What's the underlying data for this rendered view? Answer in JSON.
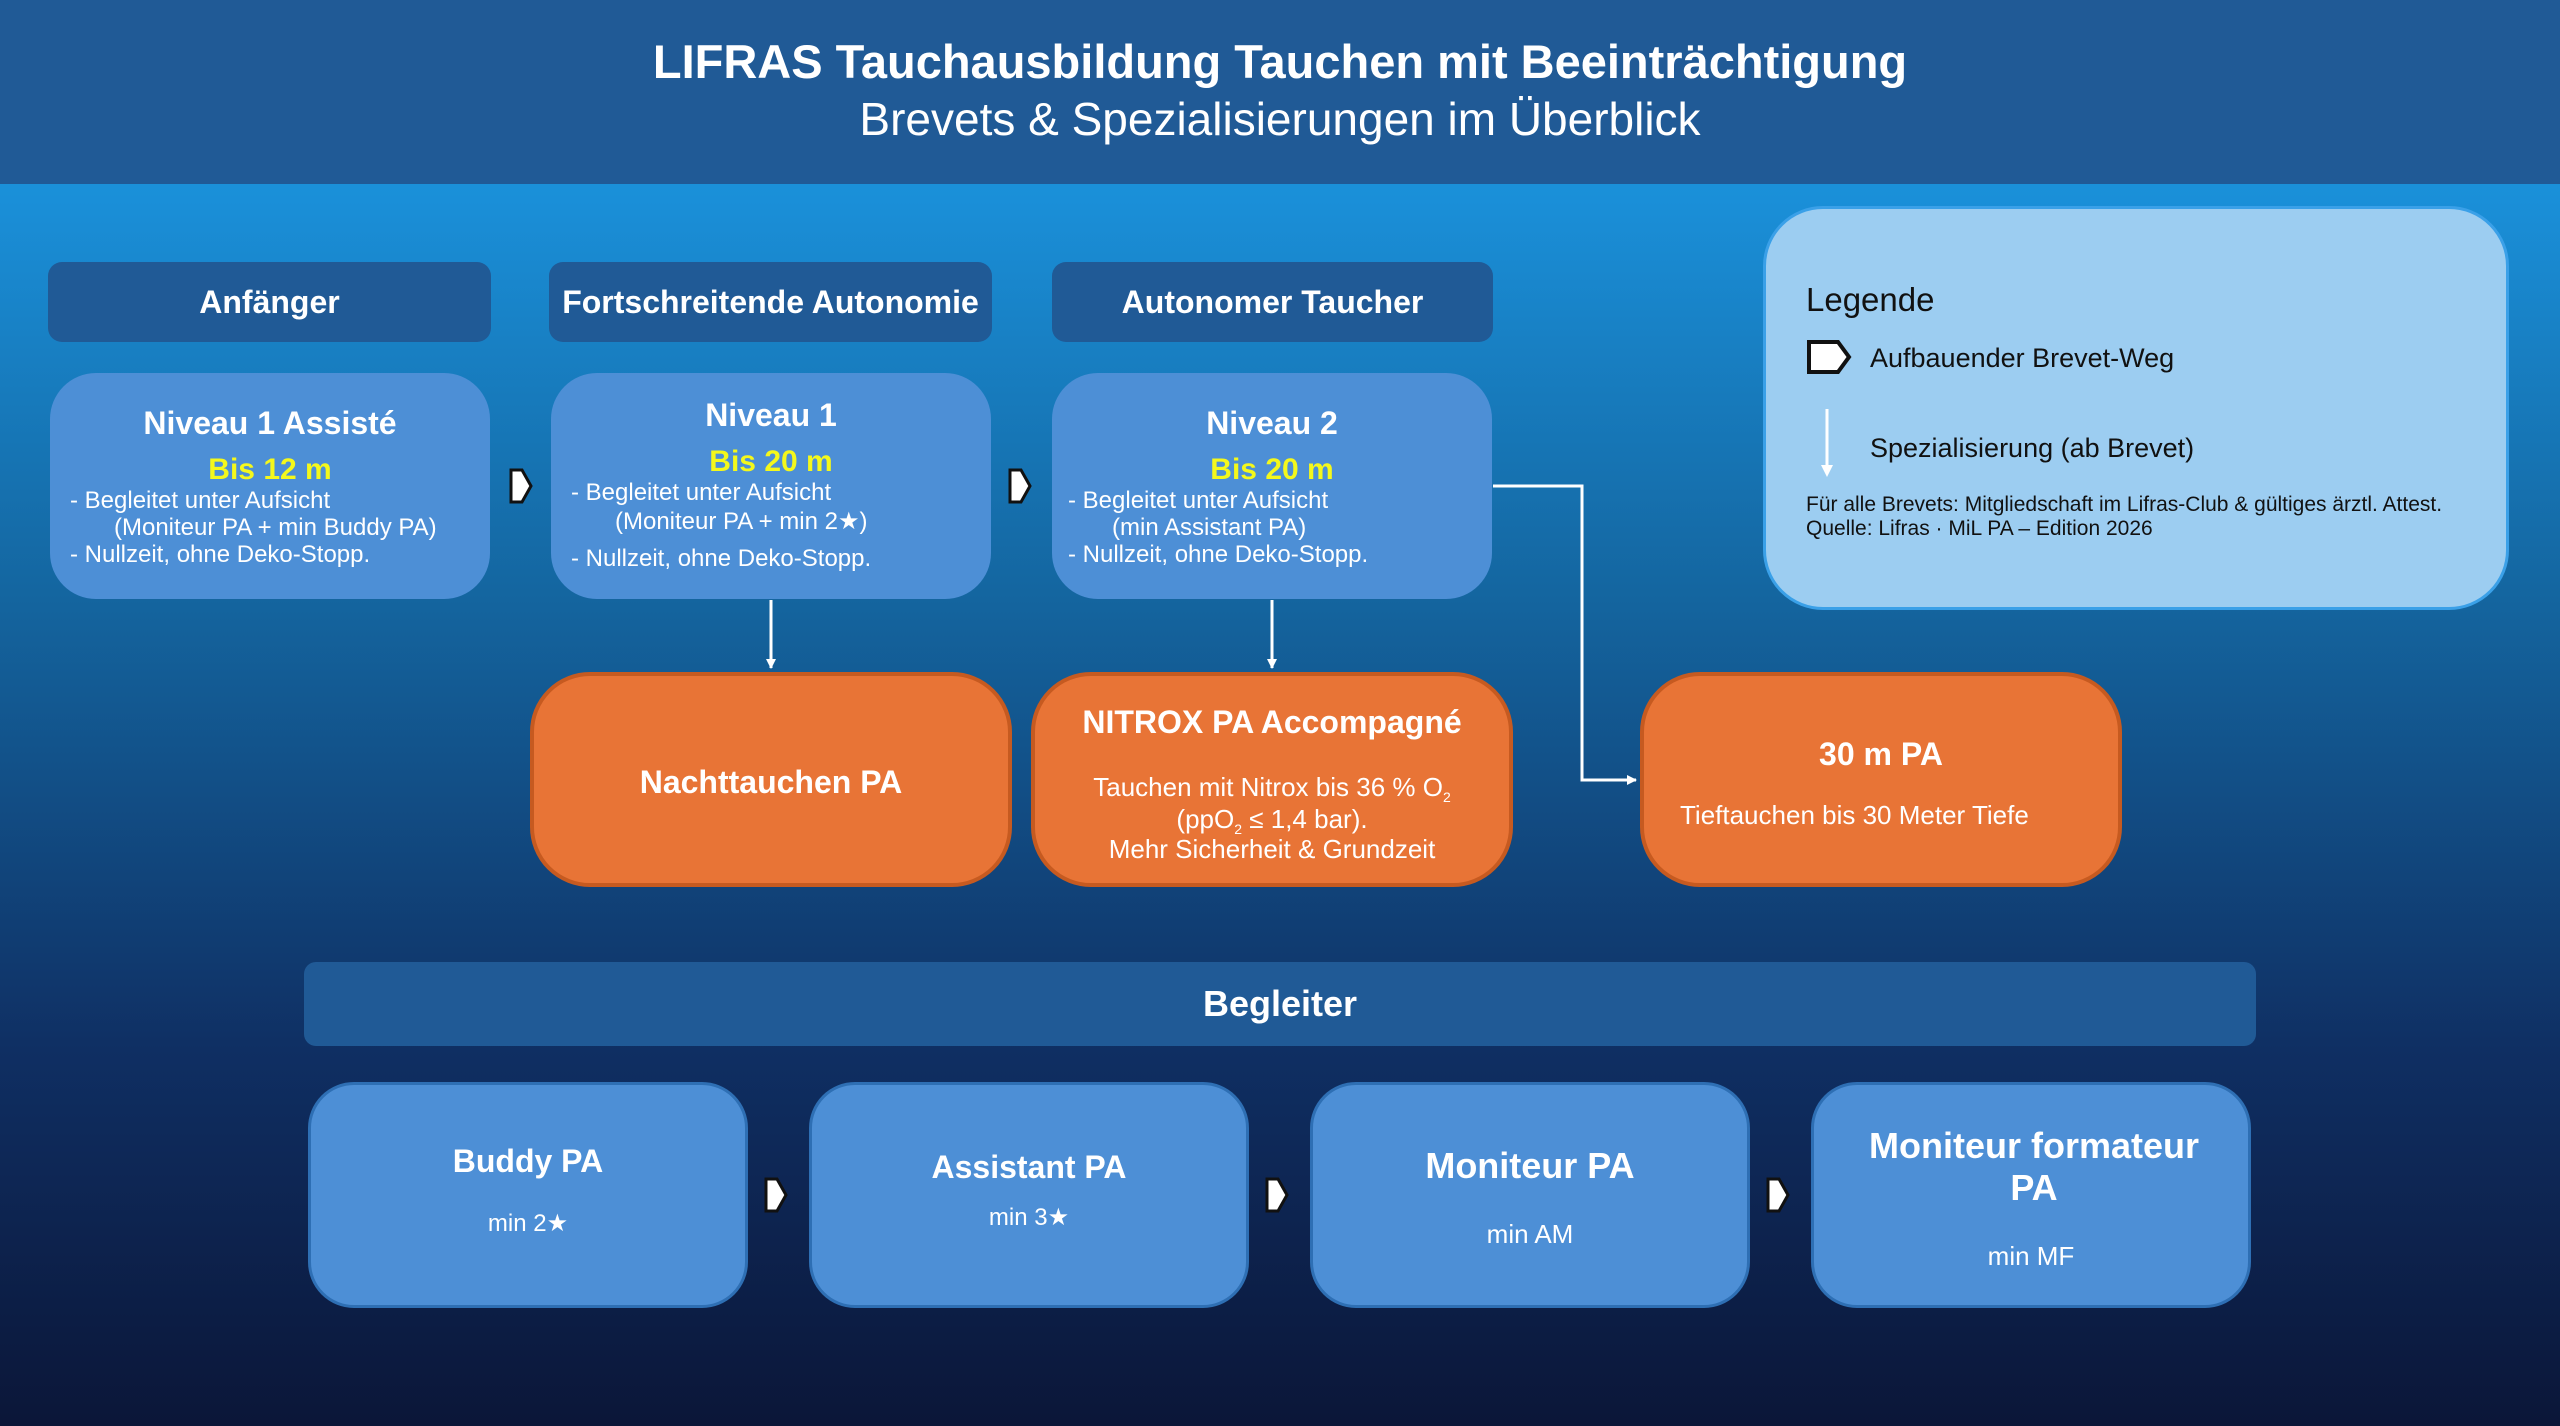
{
  "header": {
    "title": "LIFRAS Tauchausbildung Tauchen mit Beeinträchtigung",
    "subtitle": "Brevets & Spezialisierungen im Überblick"
  },
  "columns": [
    {
      "header": "Anfänger",
      "level": {
        "title": "Niveau 1 Assisté",
        "depth": "Bis 12 m",
        "lines": [
          "-      Begleitet unter Aufsicht",
          "(Moniteur PA + min Buddy PA)",
          "-      Nullzeit, ohne Deko-Stopp."
        ]
      }
    },
    {
      "header": "Fortschreitende Autonomie",
      "level": {
        "title": "Niveau 1",
        "depth": "Bis 20 m",
        "lines": [
          "-      Begleitet unter Aufsicht",
          "(Moniteur PA + min 2★)",
          "-      Nullzeit, ohne Deko-Stopp."
        ]
      }
    },
    {
      "header": "Autonomer Taucher",
      "level": {
        "title": "Niveau 2",
        "depth": "Bis 20 m",
        "lines": [
          "-      Begleitet unter Aufsicht",
          "(min Assistant PA)",
          "-      Nullzeit, ohne Deko-Stopp."
        ]
      }
    }
  ],
  "specializations": [
    {
      "title": "Nachttauchen PA"
    },
    {
      "title": "NITROX PA Accompagné",
      "line1": "Tauchen mit Nitrox bis 36 % O",
      "line1_sub": "2",
      "line2_pre": "(ppO",
      "line2_sub": "2",
      "line2_post": " ≤ 1,4 bar).",
      "line3": "Mehr Sicherheit & Grundzeit"
    },
    {
      "title": "30 m PA",
      "line1": "Tieftauchen bis 30 Meter Tiefe"
    }
  ],
  "legend": {
    "heading": "Legende",
    "path_label": "Aufbauender Brevet-Weg",
    "spec_label": "Spezialisierung (ab Brevet)",
    "note1": "Für alle Brevets: Mitgliedschaft im Lifras-Club & gültiges ärztl. Attest.",
    "note2": "Quelle: Lifras · MiL PA – Edition 2026"
  },
  "begleiter": {
    "title": "Begleiter",
    "items": [
      {
        "title": "Buddy PA",
        "sub": "min 2★"
      },
      {
        "title": "Assistant PA",
        "sub": "min 3★"
      },
      {
        "title": "Moniteur PA",
        "sub": "min AM"
      },
      {
        "title": "Moniteur formateur PA",
        "sub": "min MF"
      }
    ]
  },
  "colors": {
    "header_bg": "#205a96",
    "level_box": "#4d8fd6",
    "depth_text": "#f4f81c",
    "specialization": "#e87436",
    "legend_bg": "#9ccdf1"
  }
}
